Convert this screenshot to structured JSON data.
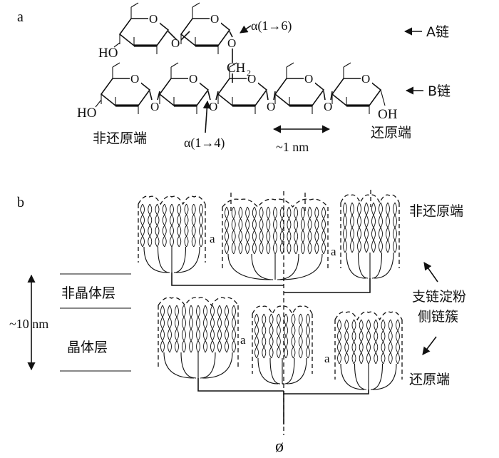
{
  "panel_a": {
    "label": "a",
    "chain_a": "A链",
    "chain_b": "B链",
    "ho_top": "HO",
    "ho_bottom": "HO",
    "oh": "OH",
    "o_glyph": "O",
    "ch2": "CH",
    "ch2_sub": "2",
    "alpha16": "α(1→6)",
    "alpha14": "α(1→4)",
    "non_reducing_end": "非还原端",
    "reducing_end": "还原端",
    "unit_length": "~1 nm"
  },
  "panel_b": {
    "label": "b",
    "non_reducing_end": "非还原端",
    "amorphous_layer": "非晶体层",
    "crystalline_layer": "晶体层",
    "period": "~10 nm",
    "cluster_line1": "支链淀粉",
    "cluster_line2": "侧链簇",
    "reducing_end": "还原端",
    "a_chain_mark": "a",
    "origin_symbol": "ø"
  }
}
